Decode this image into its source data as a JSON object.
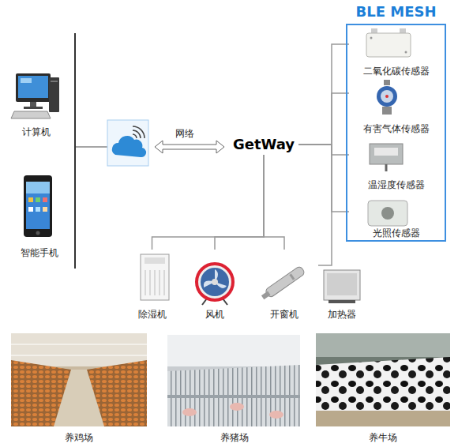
{
  "diagram": {
    "nodes": [
      {
        "text": [
          "计算机"
        ]
      },
      {
        "text": [
          "智能手机"
        ]
      },
      {
        "text": [
          "GetWay"
        ]
      },
      {
        "text": [
          "BLE MESH"
        ]
      },
      {
        "text": [
          "二氧化碳传感器"
        ],
        "in": 3
      },
      {
        "text": [
          "有害气体传感器"
        ],
        "in": 3
      },
      {
        "text": [
          "温湿度传感器"
        ],
        "in": 3
      },
      {
        "text": [
          "光照传感器"
        ],
        "in": 3
      },
      {
        "text": [
          "除湿机"
        ]
      },
      {
        "text": [
          "风机"
        ]
      },
      {
        "text": [
          "开窗机"
        ]
      },
      {
        "text": [
          "加热器"
        ]
      },
      {
        "text": [
          "养鸡场"
        ]
      },
      {
        "text": [
          "养猪场"
        ]
      },
      {
        "text": [
          "养牛场"
        ]
      }
    ],
    "edges": [
      {
        "from": 2,
        "to": 4,
        "arrow": "none"
      },
      {
        "from": 2,
        "to": 5,
        "arrow": "none"
      },
      {
        "from": 2,
        "to": 6,
        "arrow": "none"
      },
      {
        "from": 2,
        "to": 7,
        "arrow": "none"
      },
      {
        "from": 2,
        "to": 8,
        "arrow": "none"
      },
      {
        "from": 2,
        "to": 9,
        "arrow": "none"
      },
      {
        "from": 2,
        "to": 10,
        "arrow": "none"
      },
      {
        "from": 2,
        "to": 11,
        "arrow": "none"
      }
    ],
    "labels": [
      "网络"
    ]
  }
}
